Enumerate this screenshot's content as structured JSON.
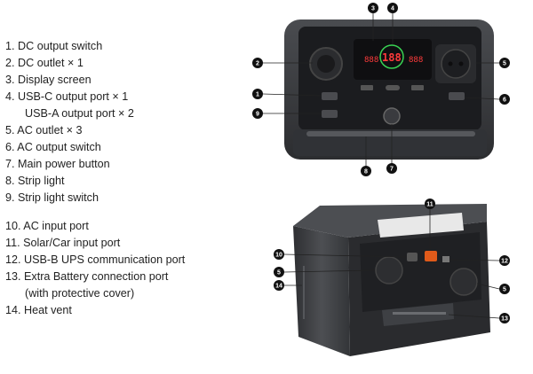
{
  "legend": {
    "items": [
      {
        "text": "1. DC output switch"
      },
      {
        "text": "2. DC outlet × 1"
      },
      {
        "text": "3. Display screen"
      },
      {
        "text": "4. USB-C output port × 1"
      },
      {
        "text": "USB-A output port × 2"
      },
      {
        "text": "5. AC outlet × 3"
      },
      {
        "text": "6. AC output switch"
      },
      {
        "text": "7. Main power button"
      },
      {
        "text": "8. Strip light"
      },
      {
        "text": "9. Strip light switch"
      },
      {
        "text": "10. AC input port"
      },
      {
        "text": "11. Solar/Car input port"
      },
      {
        "text": "12. USB-B UPS communication port"
      },
      {
        "text": "13. Extra Battery connection port"
      },
      {
        "text": "(with protective cover)"
      },
      {
        "text": "14. Heat vent"
      }
    ]
  },
  "badges": {
    "b1": "1",
    "b2": "2",
    "b3": "3",
    "b4": "4",
    "b5a": "5",
    "b6": "6",
    "b7": "7",
    "b8": "8",
    "b9": "9",
    "b10": "10",
    "b11": "11",
    "b12": "12",
    "b13": "13",
    "b14": "14",
    "b5b": "5",
    "b5c": "5"
  },
  "display": {
    "left": "888",
    "center": "188",
    "right": "888"
  },
  "colors": {
    "badge": "#111111",
    "body": "#3a3c40",
    "panel": "#1e1f22",
    "screen_red": "#ff3b3b",
    "screen_green": "#39d353"
  },
  "icons": [
    "power-icon",
    "usb-icon"
  ]
}
